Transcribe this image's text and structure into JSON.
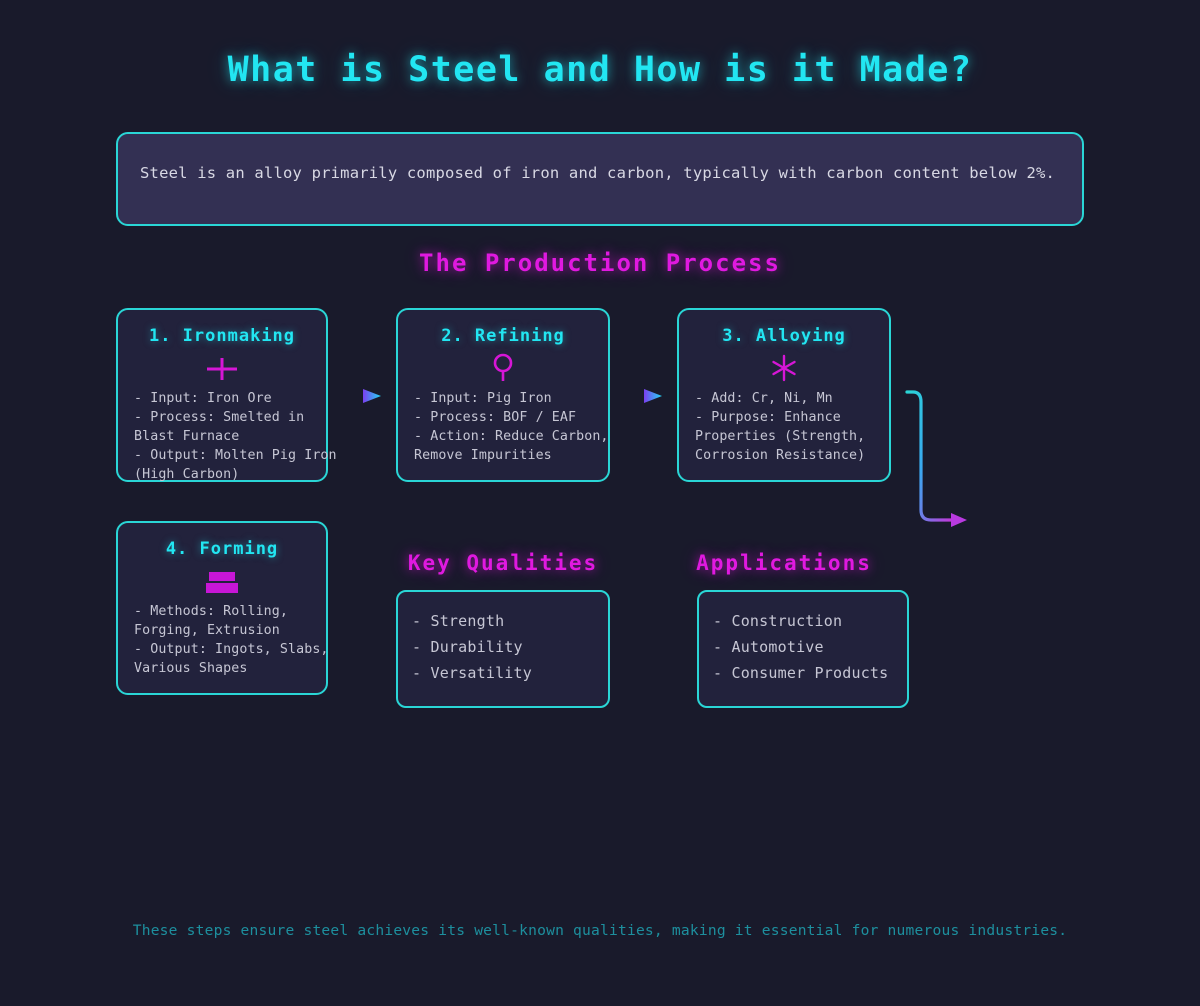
{
  "title": "What is Steel and How is it Made?",
  "intro": {
    "text": "Steel is an alloy primarily composed of iron and carbon, typically with carbon content below 2%."
  },
  "process": {
    "heading": "The Production Process",
    "steps": [
      {
        "title": "1. Ironmaking",
        "icon": "plus-cross-icon",
        "body": "- Input: Iron Ore\n- Process: Smelted in\nBlast Furnace\n- Output: Molten Pig Iron\n(High Carbon)"
      },
      {
        "title": "2. Refining",
        "icon": "magnifier-icon",
        "body": "- Input: Pig Iron\n- Process: BOF / EAF\n- Action: Reduce Carbon,\nRemove Impurities"
      },
      {
        "title": "3. Alloying",
        "icon": "sparkle-asterisk-icon",
        "body": "- Add: Cr, Ni, Mn\n- Purpose: Enhance\nProperties (Strength,\nCorrosion Resistance)"
      },
      {
        "title": "4. Forming",
        "icon": "stacked-bars-icon",
        "body": "- Methods: Rolling,\nForging, Extrusion\n- Output: Ingots, Slabs,\nVarious Shapes"
      }
    ]
  },
  "qualities": {
    "heading": "Key Qualities",
    "items": [
      "- Strength",
      "- Durability",
      "- Versatility"
    ]
  },
  "applications": {
    "heading": "Applications",
    "items": [
      "- Construction",
      "- Automotive",
      "- Consumer Products"
    ]
  },
  "footer": {
    "note": "These steps ensure steel achieves its well-known qualities, making it essential for numerous industries."
  },
  "colors": {
    "background": "#191a2b",
    "card_fill": "#22223c",
    "intro_fill": "#333053",
    "accent_cyan": "#22e6f2",
    "border_cyan": "#2ad6d6",
    "accent_magenta": "#e019e0",
    "body_text": "#c6c6d4",
    "footer_text": "#1d8f9e"
  }
}
